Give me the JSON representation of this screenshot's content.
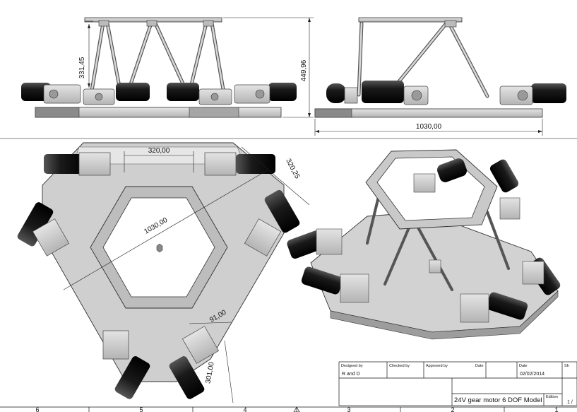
{
  "dimensions": {
    "front_height": "331,45",
    "overall_height": "449,96",
    "base_width": "1030,00",
    "top_plate_width": "320,00",
    "top_plate_depth": "320,25",
    "diagonal": "1030,00",
    "motor_spacing": "91,00",
    "arm_length": "301,00"
  },
  "title_block": {
    "designed_by_label": "Designed by",
    "checked_by_label": "Checked by",
    "approved_by_label": "Approved by",
    "date_label_1": "Date",
    "date_label_2": "Date",
    "designer": "R and D",
    "date_value": "02/02/2014",
    "title": "24V gear motor 6 DOF Model",
    "edition_label": "Edition",
    "sheet_label": "Sh",
    "sheet_value": "1 /"
  },
  "zones": [
    "6",
    "5",
    "4",
    "3",
    "2",
    "1"
  ],
  "colors": {
    "metal": "#c8c8c8",
    "metal_dark": "#9a9a9a",
    "motor": "#1c1c1c",
    "line": "#2a2a2a"
  }
}
